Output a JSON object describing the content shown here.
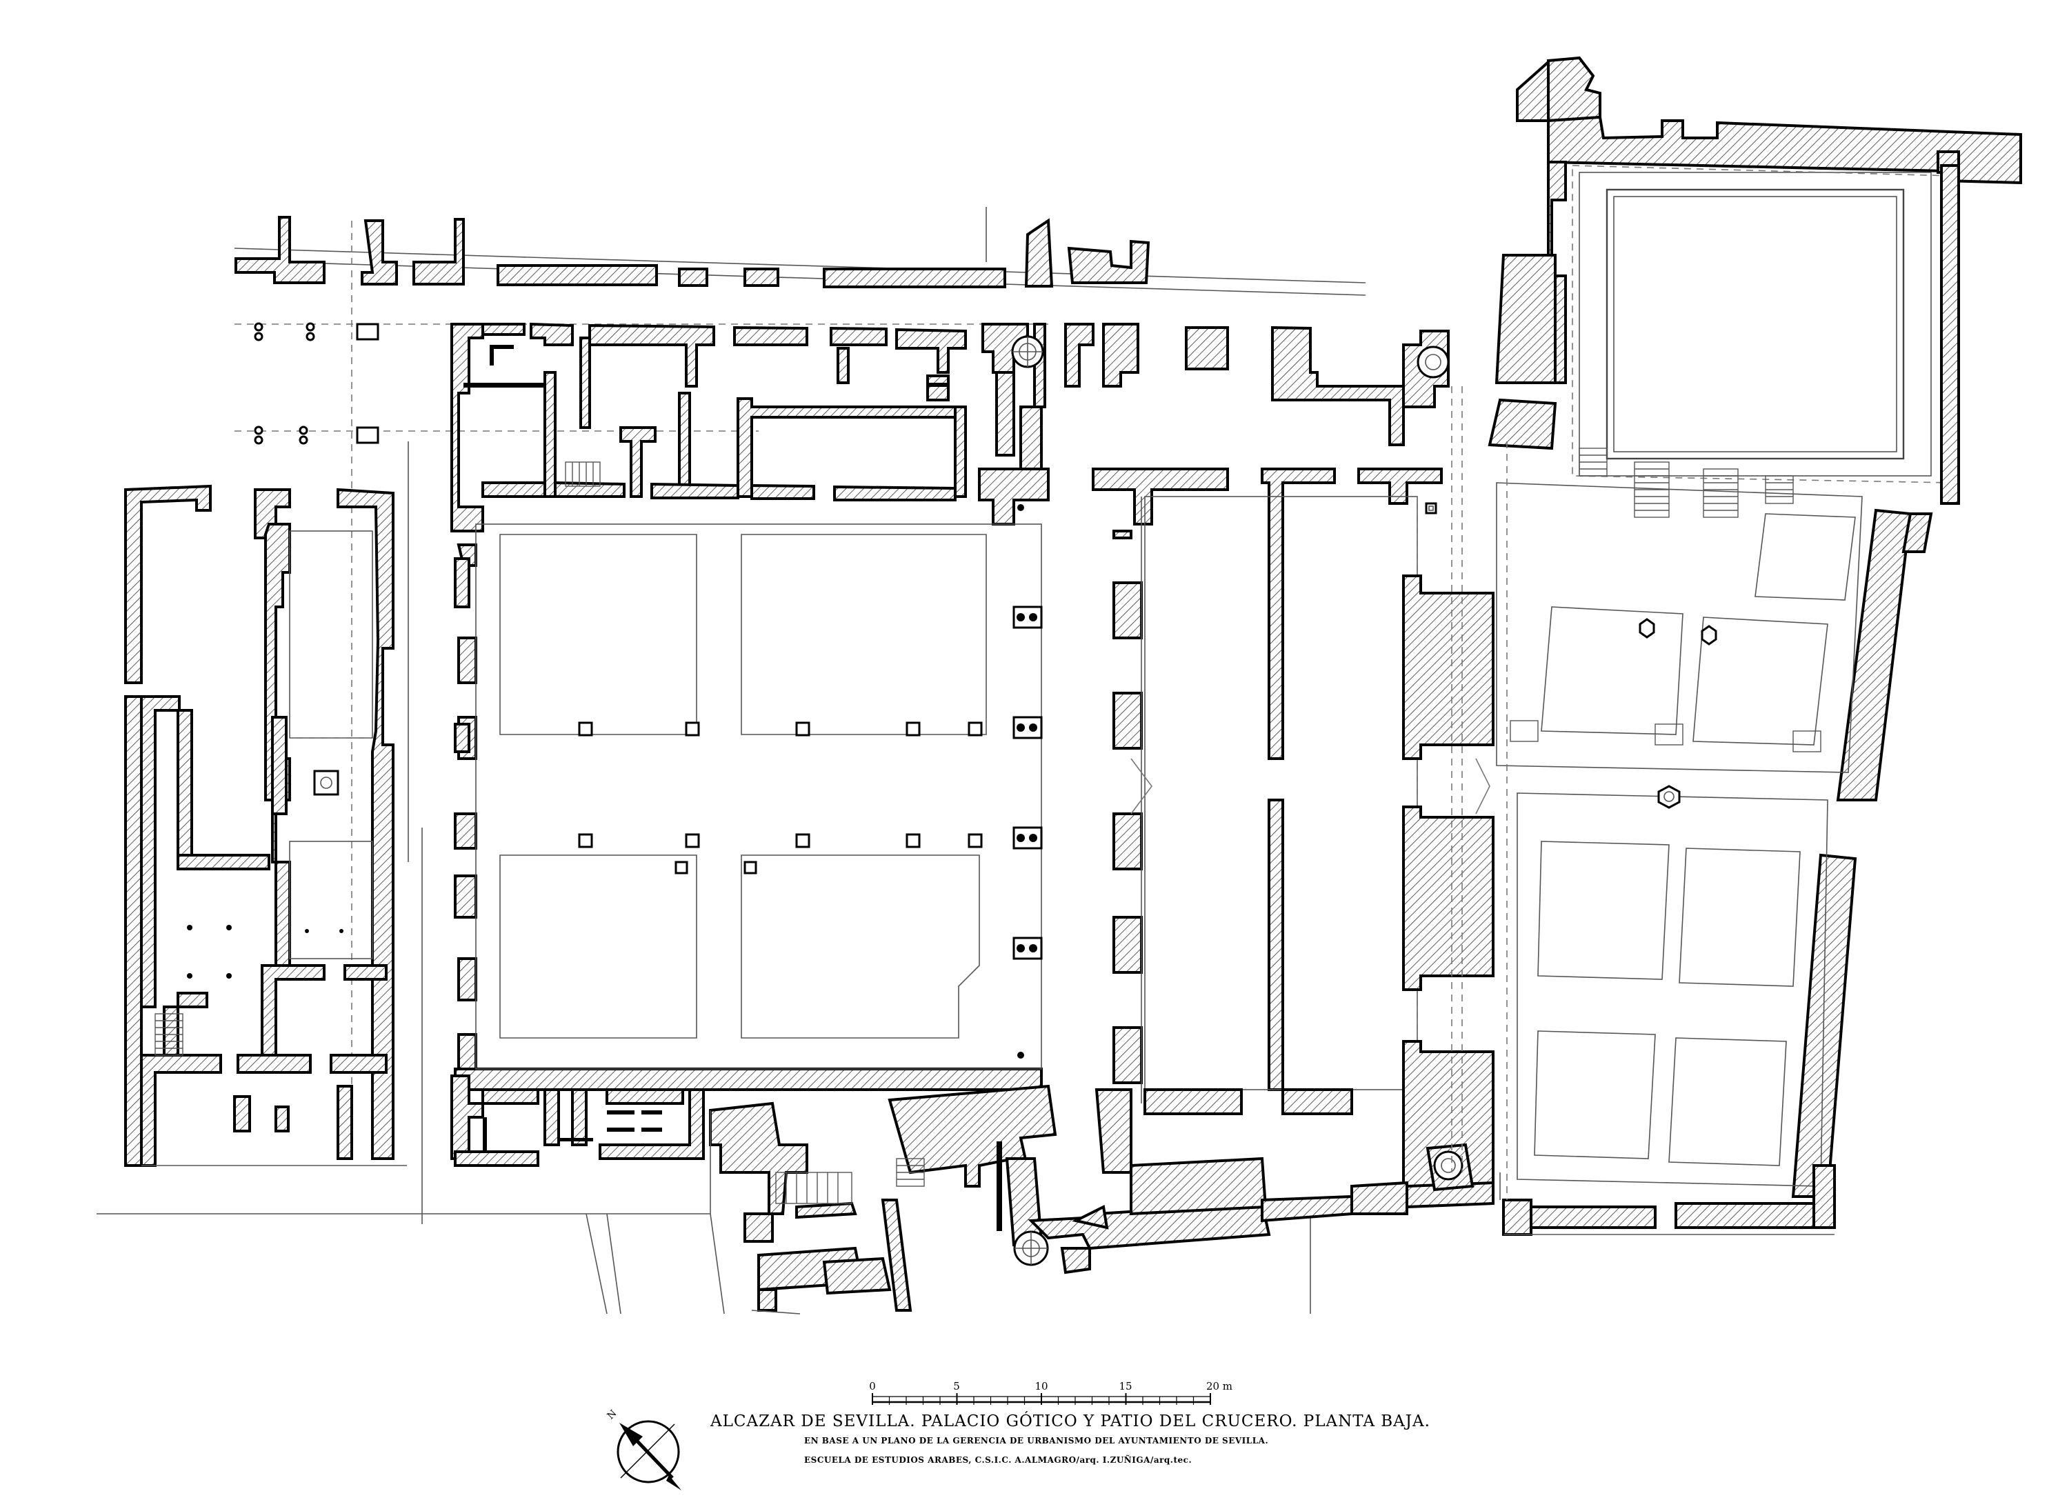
{
  "plan": {
    "title": "ALCAZAR DE SEVILLA. PALACIO GÓTICO Y PATIO DEL CRUCERO. PLANTA BAJA.",
    "subtitle": "EN BASE A UN PLANO DE LA GERENCIA DE URBANISMO DEL AYUNTAMIENTO DE SEVILLA.",
    "credits": "ESCUELA DE ESTUDIOS ARABES, C.S.I.C. A.ALMAGRO/arq. I.ZUÑIGA/arq.tec."
  },
  "scale_bar": {
    "ticks": [
      {
        "value": "0",
        "label": "0"
      },
      {
        "value": "5",
        "label": "5"
      },
      {
        "value": "10",
        "label": "10"
      },
      {
        "value": "15",
        "label": "15"
      },
      {
        "value": "20",
        "label": "20 m"
      }
    ]
  },
  "north_arrow": {
    "label": "N",
    "icon": "north-arrow-icon"
  },
  "colors": {
    "ink": "#000000",
    "line": "#555555",
    "background": "#ffffff"
  }
}
